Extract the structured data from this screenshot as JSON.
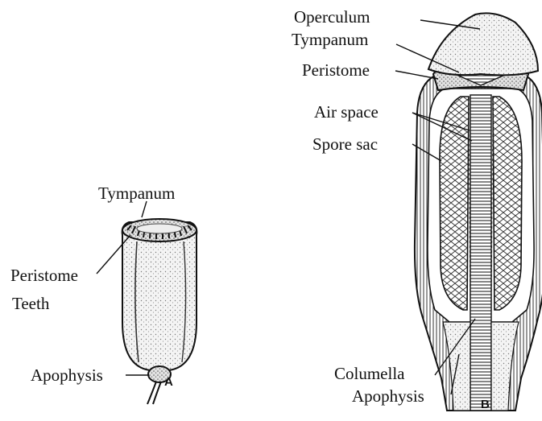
{
  "figure_a": {
    "letter": "A",
    "labels": {
      "tympanum": "Tympanum",
      "peristome": "Peristome",
      "teeth": "Teeth",
      "apophysis": "Apophysis"
    }
  },
  "figure_b": {
    "letter": "B",
    "labels": {
      "operculum": "Operculum",
      "tympanum": "Tympanum",
      "peristome": "Peristome",
      "air_space": "Air space",
      "spore_sac": "Spore sac",
      "columella": "Columella",
      "apophysis": "Apophysis"
    }
  },
  "colors": {
    "ink": "#111111",
    "paper": "#ffffff",
    "shade": "#c9c9c9"
  }
}
